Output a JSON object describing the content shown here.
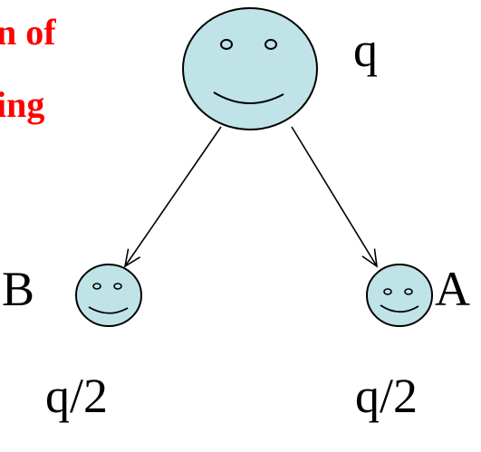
{
  "heading": {
    "line1": "n of",
    "line2": "ing"
  },
  "nodes": {
    "top": {
      "label": "q",
      "icon": "smiley-face-icon"
    },
    "left": {
      "label": "B",
      "charge": "q/2",
      "icon": "smiley-face-icon"
    },
    "right": {
      "label": "A",
      "charge": "q/2",
      "icon": "smiley-face-icon"
    }
  },
  "colors": {
    "face_fill": "#bfe3e6",
    "heading": "#ff0000",
    "stroke": "#000000"
  }
}
